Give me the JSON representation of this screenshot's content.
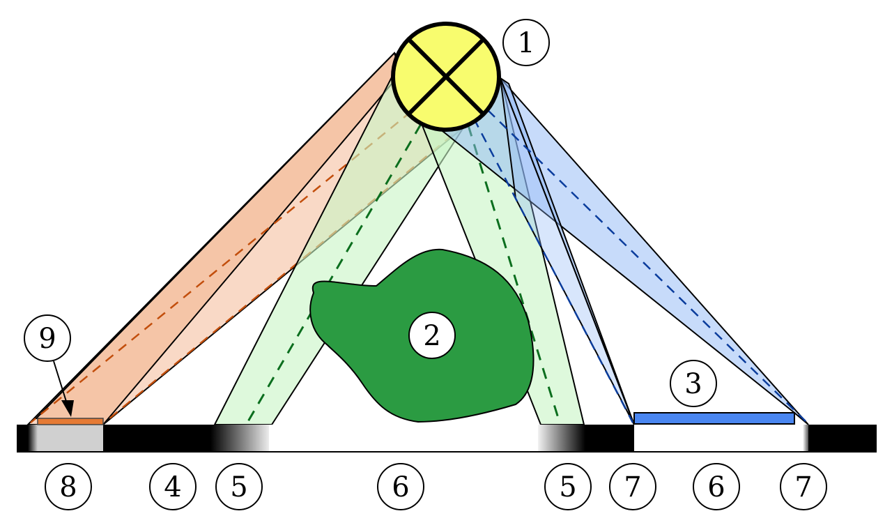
{
  "diagram": {
    "title": "Shadow formation / penumbra diagram",
    "colors": {
      "source_fill": "#f8fc6e",
      "object_fill": "#2b9b42",
      "orange_cone": "#f3b48e",
      "orange_dash": "#c24e0c",
      "green_cone": "#c8f5c5",
      "green_dash": "#0b6e1e",
      "blue_cone": "#8fb7f5",
      "blue_dash": "#0a3c9c",
      "plate_orange": "#e57a34",
      "plate_blue": "#4a86f0",
      "gray_zone": "#d0d0d0"
    },
    "labels": [
      {
        "id": "source",
        "text": "1",
        "meaning": "light source"
      },
      {
        "id": "object",
        "text": "2",
        "meaning": "opaque object"
      },
      {
        "id": "blue-plate",
        "text": "3",
        "meaning": "blue plate"
      },
      {
        "id": "lit-left",
        "text": "4",
        "meaning": "fully lit zone"
      },
      {
        "id": "penumbra-left",
        "text": "5",
        "meaning": "penumbra"
      },
      {
        "id": "umbra-main",
        "text": "6",
        "meaning": "umbra"
      },
      {
        "id": "penumbra-right",
        "text": "5",
        "meaning": "penumbra"
      },
      {
        "id": "edge-left",
        "text": "7",
        "meaning": "edge"
      },
      {
        "id": "umbra-plate",
        "text": "6",
        "meaning": "umbra"
      },
      {
        "id": "edge-right",
        "text": "7",
        "meaning": "edge"
      },
      {
        "id": "gray-zone",
        "text": "8",
        "meaning": "partial shadow"
      },
      {
        "id": "orange-plate",
        "text": "9",
        "meaning": "orange plate"
      }
    ]
  }
}
